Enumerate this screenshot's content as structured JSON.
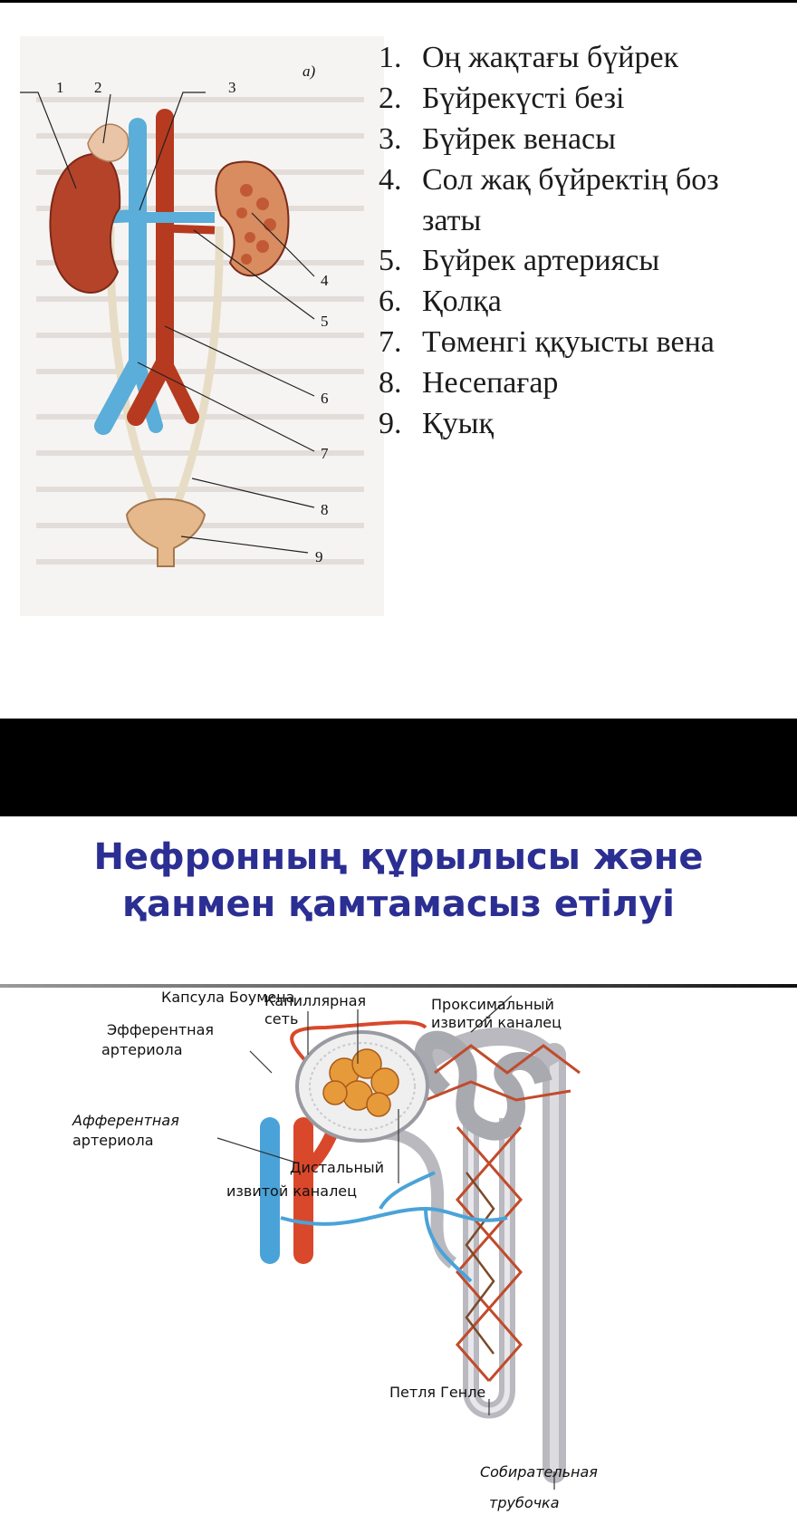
{
  "figure1": {
    "panel_letter": "а)",
    "callouts": [
      "1",
      "2",
      "3",
      "4",
      "5",
      "6",
      "7",
      "8",
      "9"
    ],
    "legend": [
      {
        "num": "1.",
        "text": "Оң жақтағы бүйрек"
      },
      {
        "num": "2.",
        "text": "Бүйрекүсті безі"
      },
      {
        "num": "3.",
        "text": "Бүйрек венасы"
      },
      {
        "num": "4.",
        "text": "Сол жақ бүйректің боз заты"
      },
      {
        "num": "5.",
        "text": "Бүйрек артериясы"
      },
      {
        "num": "6.",
        "text": "Қолқа"
      },
      {
        "num": "7.",
        "text": "Төменгі ққуысты вена"
      },
      {
        "num": "8.",
        "text": "Несепағар"
      },
      {
        "num": "9.",
        "text": "Қуық"
      }
    ]
  },
  "title": {
    "line1": "Нефронның  құрылысы және",
    "line2": "қанмен қамтамасыз етілуі"
  },
  "figure2": {
    "labels": {
      "capillary_net": "Капиллярная сеть",
      "capillary_net_l1": "Капиллярная",
      "capillary_net_l2": "сеть",
      "proximal_l1": "Проксимальный",
      "proximal_l2": "извитой каналец",
      "bowman": "Капсула Боумена",
      "efferent_l1": "Эфферентная",
      "efferent_l2": "артериола",
      "afferent_l1": "Афферентная",
      "afferent_l2": "артериола",
      "distal_l1": "Дистальный",
      "distal_l2": "извитой каналец",
      "henle": "Петля Генле",
      "collecting_l1": "Собирательная",
      "collecting_l2": "трубочка"
    }
  },
  "colors": {
    "title": "#2b2e92",
    "artery": "#d9482b",
    "vein": "#4aa3d8",
    "tubule": "#b9b9bf",
    "kidney": "#b5432a"
  }
}
